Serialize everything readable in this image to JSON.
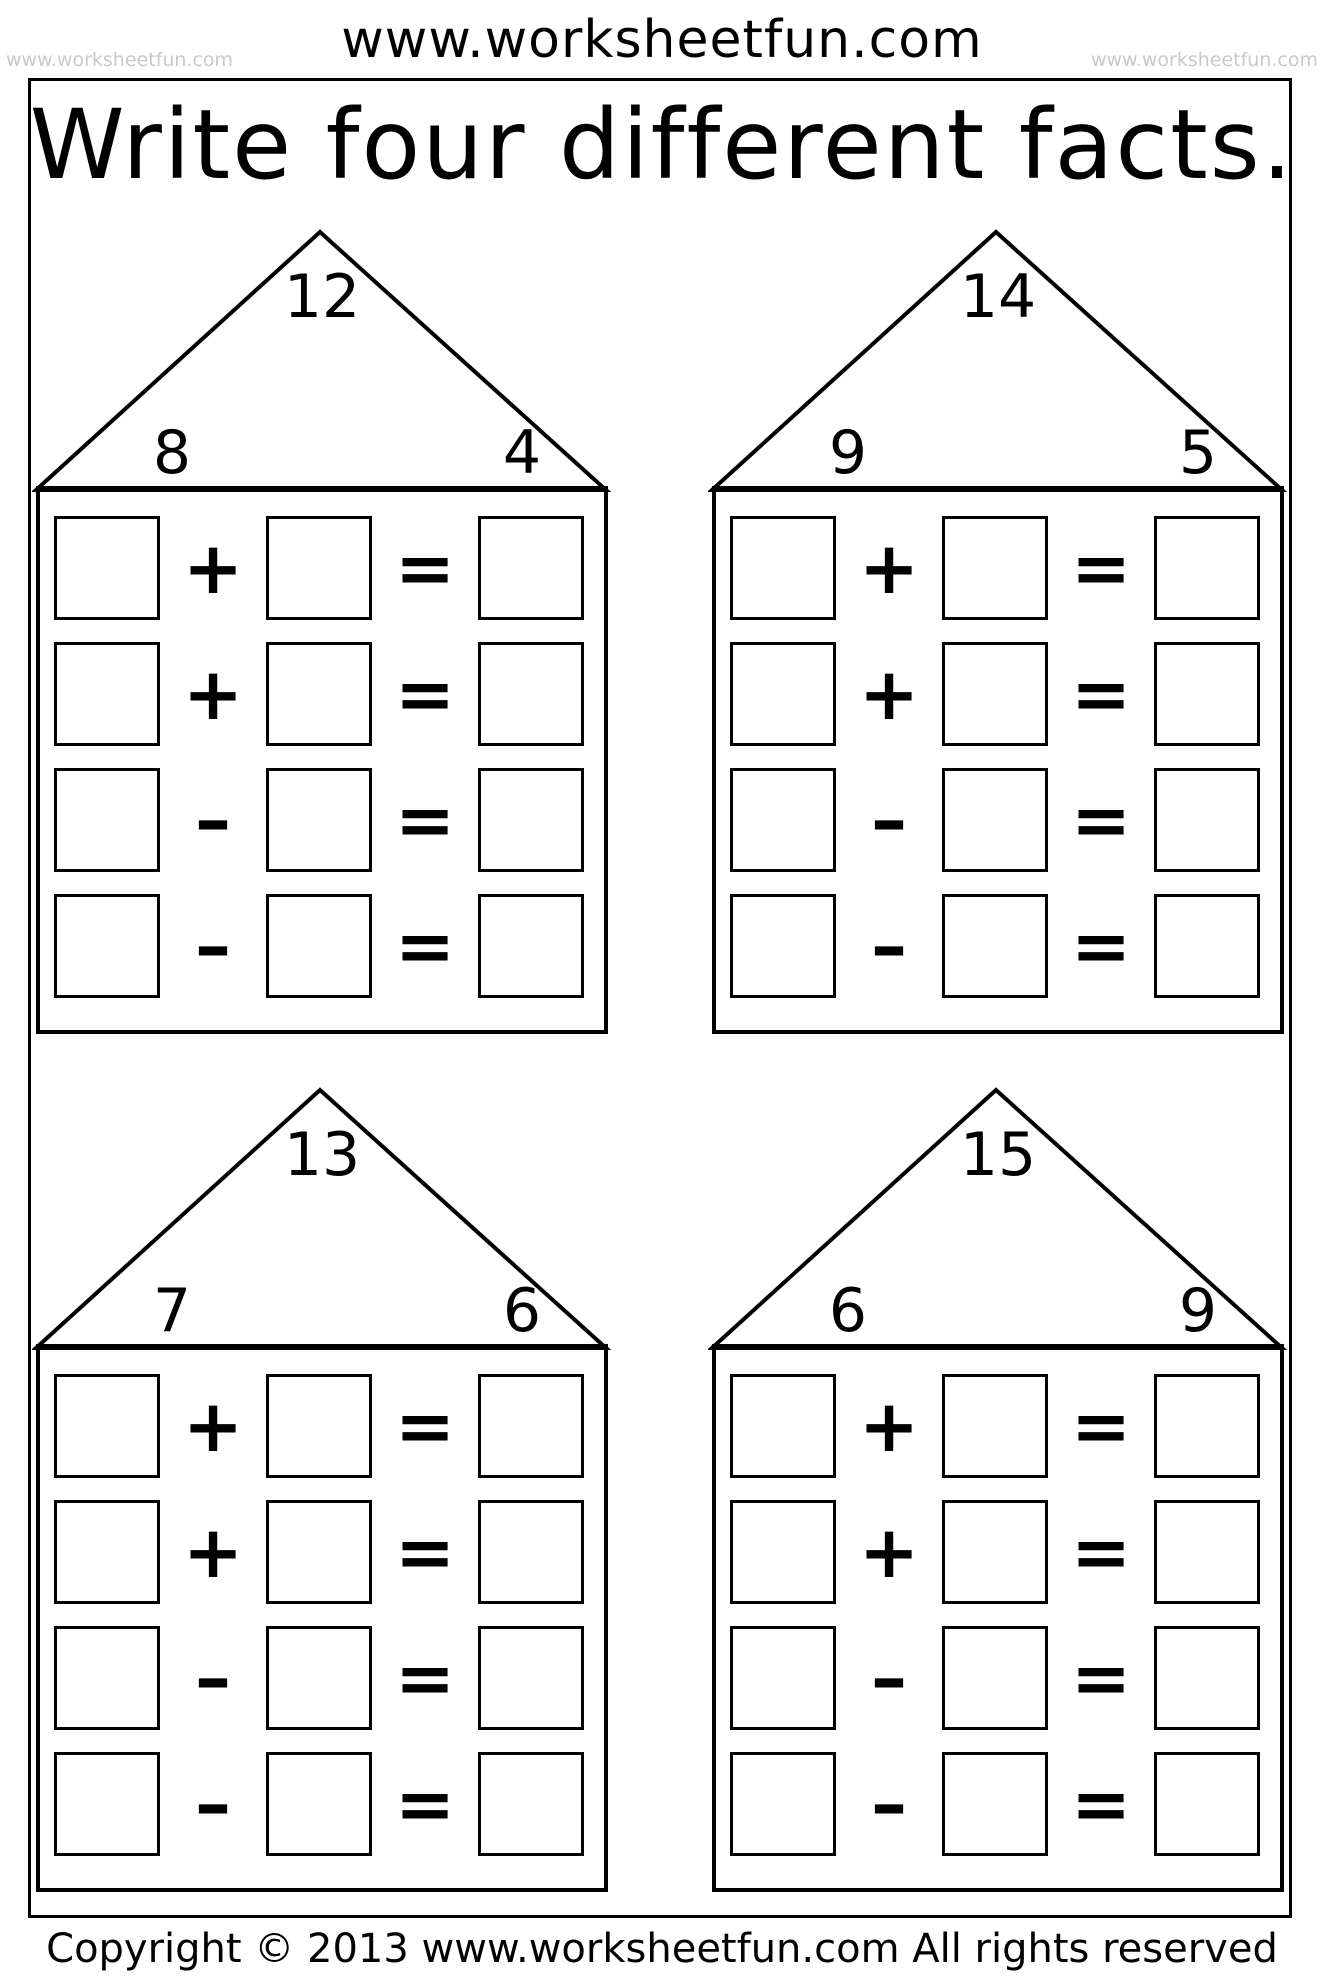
{
  "header": {
    "url": "www.worksheetfun.com",
    "side_url_left": "www.worksheetfun.com",
    "side_url_right": "www.worksheetfun.com"
  },
  "title": "Write four different facts.",
  "houses": [
    {
      "top": "12",
      "left": "8",
      "right": "4",
      "ops": [
        "+",
        "+",
        "–",
        "–"
      ],
      "eq": "="
    },
    {
      "top": "14",
      "left": "9",
      "right": "5",
      "ops": [
        "+",
        "+",
        "–",
        "–"
      ],
      "eq": "="
    },
    {
      "top": "13",
      "left": "7",
      "right": "6",
      "ops": [
        "+",
        "+",
        "–",
        "–"
      ],
      "eq": "="
    },
    {
      "top": "15",
      "left": "6",
      "right": "9",
      "ops": [
        "+",
        "+",
        "–",
        "–"
      ],
      "eq": "="
    }
  ],
  "footer": "Copyright © 2013 www.worksheetfun.com All rights reserved"
}
